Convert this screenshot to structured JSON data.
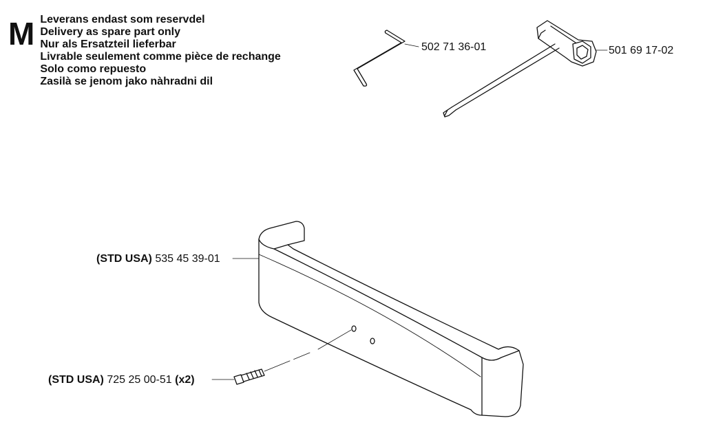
{
  "legend": {
    "letter": "M",
    "lines": [
      "Leverans endast som reservdel",
      "Delivery as spare part only",
      "Nur als Ersatzteil lieferbar",
      "Livrable seulement comme pièce de rechange",
      "Solo como repuesto",
      "Zasilà se jenom jako nàhradni dil"
    ]
  },
  "parts": {
    "hex_key": {
      "number": "502 71 36-01"
    },
    "combi_wrench": {
      "number": "501 69 17-02"
    },
    "bumper": {
      "prefix": "(STD USA)",
      "number": "535 45 39-01"
    },
    "screw": {
      "prefix": "(STD USA)",
      "number": "725 25 00-51",
      "qty": "(x2)"
    }
  }
}
